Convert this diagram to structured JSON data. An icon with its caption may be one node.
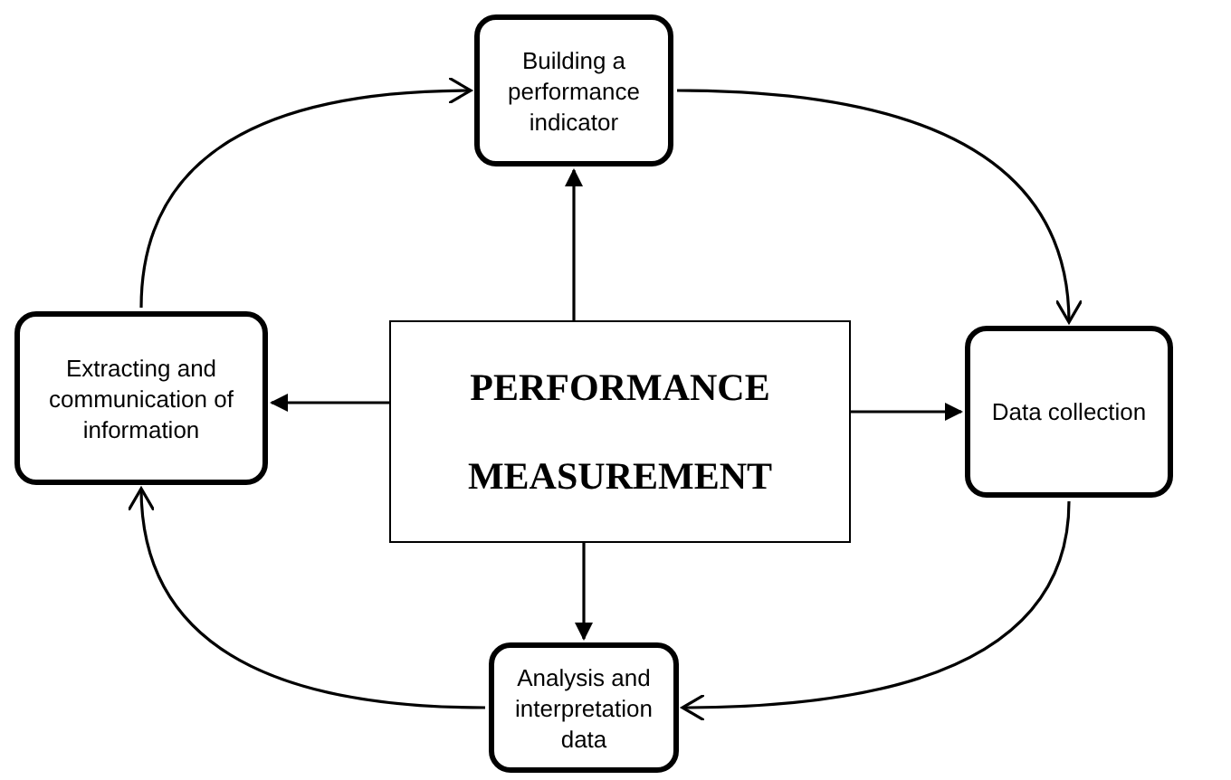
{
  "diagram": {
    "nodes": [
      {
        "text": [
          "PERFORMANCE",
          "MEASUREMENT"
        ]
      },
      {
        "text": [
          "Building a performance indicator"
        ]
      },
      {
        "text": [
          "Data collection"
        ]
      },
      {
        "text": [
          "Analysis and interpretation data"
        ]
      },
      {
        "text": [
          "Extracting and communication of information"
        ]
      }
    ],
    "edges": [
      {
        "from": 0,
        "to": 1,
        "arrow": "to"
      },
      {
        "from": 0,
        "to": 2,
        "arrow": "to"
      },
      {
        "from": 0,
        "to": 3,
        "arrow": "to"
      },
      {
        "from": 0,
        "to": 4,
        "arrow": "to"
      },
      {
        "from": 1,
        "to": 2,
        "arrow": "to"
      },
      {
        "from": 2,
        "to": 3,
        "arrow": "to"
      },
      {
        "from": 3,
        "to": 4,
        "arrow": "to"
      },
      {
        "from": 4,
        "to": 1,
        "arrow": "to"
      }
    ]
  }
}
